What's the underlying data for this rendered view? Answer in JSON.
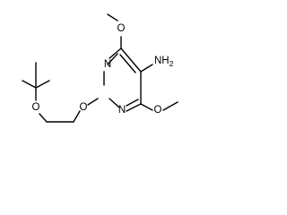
{
  "structure": {
    "atoms": {
      "n_top": "N",
      "n_left": "N",
      "amine": "NH2",
      "o_methoxy_top": "O",
      "o_methoxy_bottom": "O",
      "o_ether_ring": "O",
      "o_ether_tbu": "O"
    }
  }
}
